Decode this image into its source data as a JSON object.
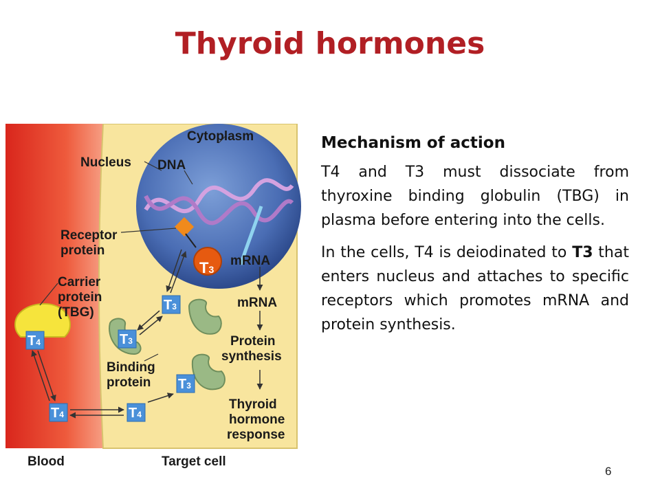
{
  "title": "Thyroid hormones",
  "diagram": {
    "labels": {
      "cytoplasm": "Cytoplasm",
      "nucleus": "Nucleus",
      "dna": "DNA",
      "receptor_1": "Receptor",
      "receptor_2": "protein",
      "mrna_nucleus": "mRNA",
      "carrier_1": "Carrier",
      "carrier_2": "protein",
      "carrier_3": "(TBG)",
      "mrna_cyto": "mRNA",
      "protein_1": "Protein",
      "protein_2": "synthesis",
      "binding_1": "Binding",
      "binding_2": "protein",
      "response_1": "Thyroid",
      "response_2": "hormone",
      "response_3": "response",
      "blood": "Blood",
      "target_cell": "Target cell"
    },
    "hormone_letter": "T",
    "t3_sub": "3",
    "t4_sub": "4"
  },
  "text": {
    "heading": "Mechanism of action",
    "para1": "T4 and T3 must dissociate from thyroxine binding globulin (TBG) in plasma before entering into the cells.",
    "para2_before": "In the cells, T4 is deiodinated to ",
    "para2_bold": "T3",
    "para2_after": " that enters nucleus and attaches to specific receptors which promotes mRNA and protein synthesis."
  },
  "page_number": "6",
  "colors": {
    "title": "#b11f24",
    "cell": "#f8e59e",
    "nucleus": "#3b5da6",
    "receptor": "#f08a1c",
    "carrier": "#f6e43c",
    "hormone_box": "#4a90d9",
    "binding_protein": "#9ab985"
  }
}
